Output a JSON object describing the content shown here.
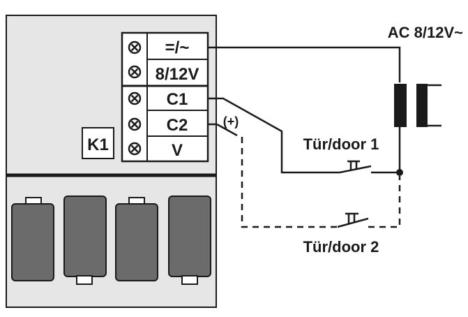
{
  "terminals": [
    {
      "label": "=/~"
    },
    {
      "label": "8/12V"
    },
    {
      "label": "C1"
    },
    {
      "label": "C2"
    },
    {
      "label": "V"
    }
  ],
  "relay_label": "K1",
  "power_label": "AC 8/12V~",
  "door1_label": "Tür/door 1",
  "door2_label": "Tür/door 2",
  "polarity_label": "(+)",
  "colors": {
    "panel": "#e6e6e6",
    "line": "#1a1a1a",
    "battery": "#6b6b6b"
  }
}
